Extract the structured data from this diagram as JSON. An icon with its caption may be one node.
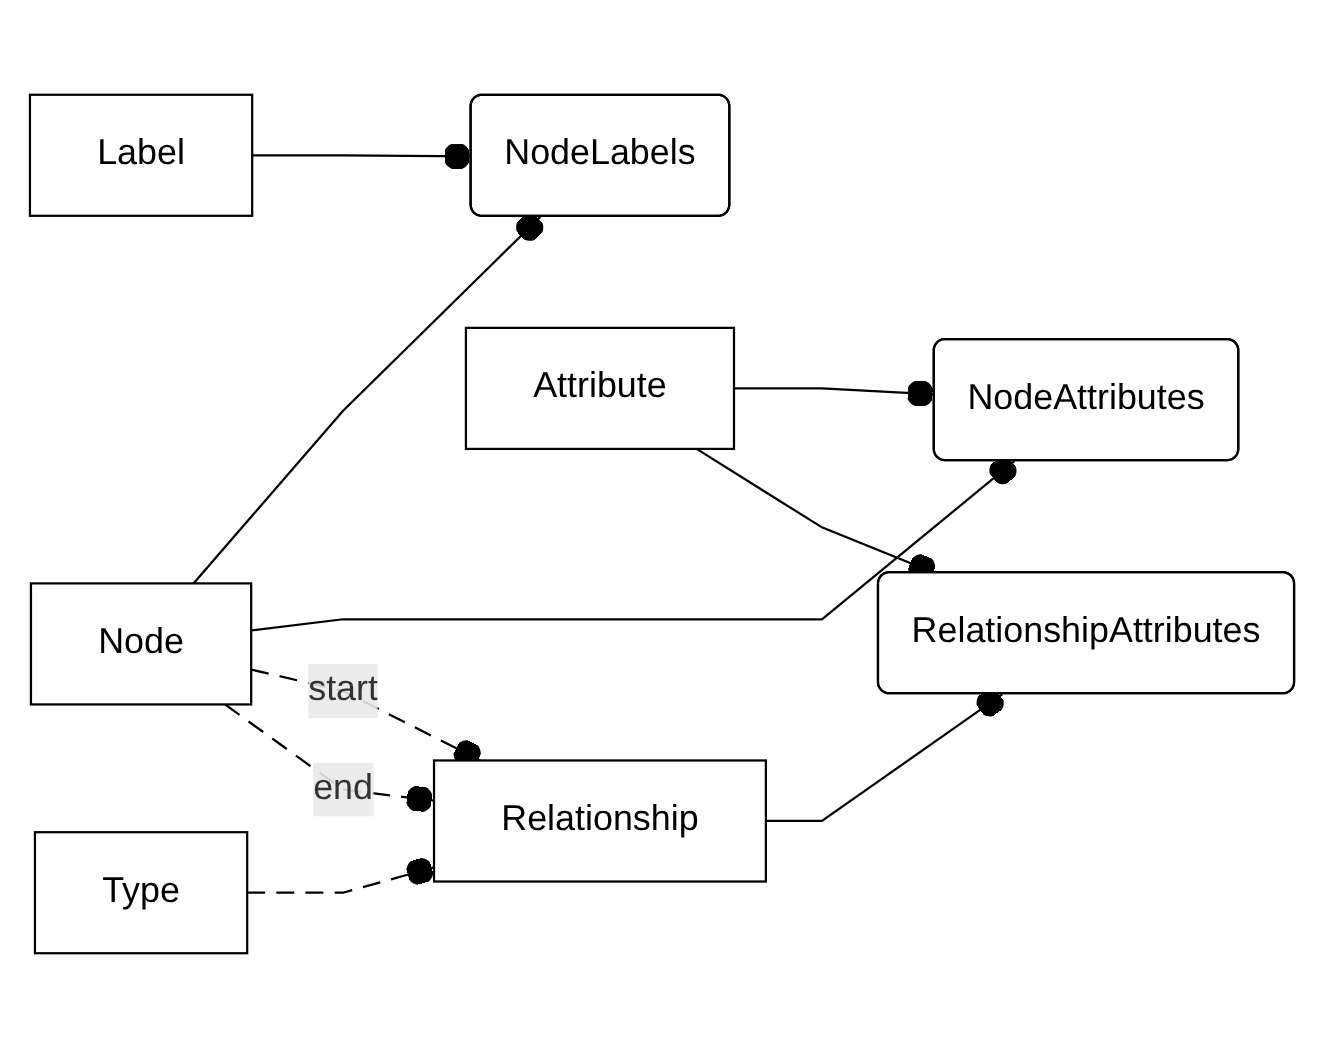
{
  "diagram": {
    "nodes": [
      {
        "text": [
          "Node"
        ]
      },
      {
        "text": [
          "NodeLabels"
        ]
      },
      {
        "text": [
          "Label"
        ]
      },
      {
        "text": [
          "NodeAttributes"
        ]
      },
      {
        "text": [
          "Attribute"
        ]
      },
      {
        "text": [
          "Relationship"
        ]
      },
      {
        "text": [
          "RelationshipAttributes"
        ]
      },
      {
        "text": [
          "Type"
        ]
      }
    ],
    "edges": [
      {
        "from": 0,
        "to": 1,
        "arrow": "other"
      },
      {
        "from": 2,
        "to": 1,
        "arrow": "other"
      },
      {
        "from": 0,
        "to": 3,
        "arrow": "other"
      },
      {
        "from": 4,
        "to": 3,
        "arrow": "other"
      },
      {
        "from": 0,
        "to": 5,
        "arrow": "other",
        "style": "dashed",
        "label": "start"
      },
      {
        "from": 0,
        "to": 5,
        "arrow": "other",
        "style": "dashed",
        "label": "end"
      },
      {
        "from": 5,
        "to": 6,
        "arrow": "other"
      },
      {
        "from": 4,
        "to": 6,
        "arrow": "other"
      },
      {
        "from": 7,
        "to": 5,
        "arrow": "other",
        "style": "dashed"
      }
    ]
  }
}
